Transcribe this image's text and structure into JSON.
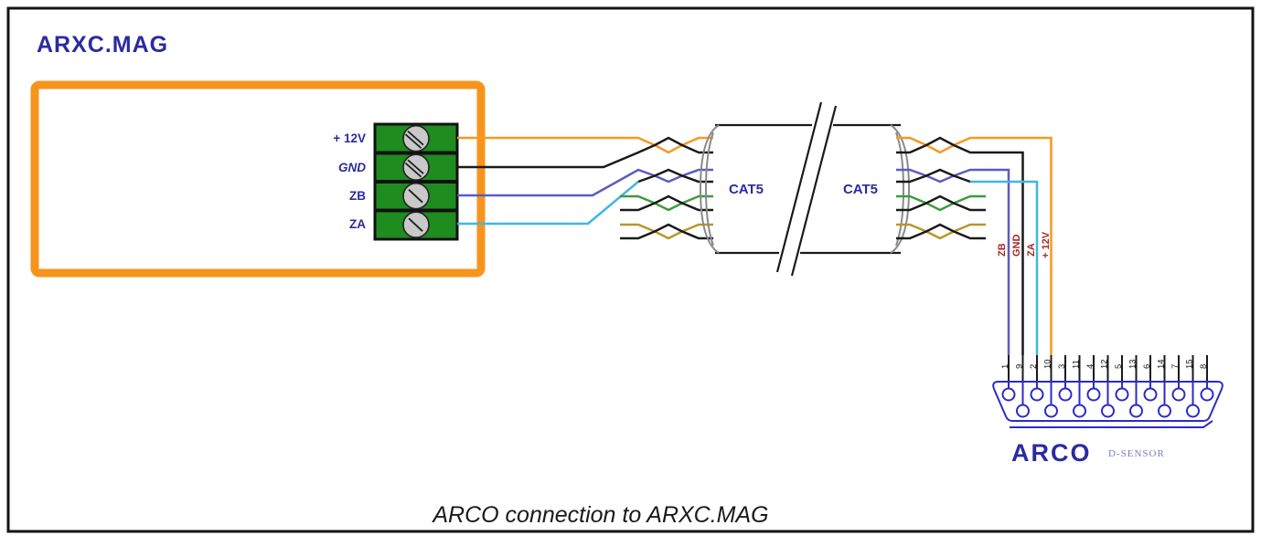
{
  "diagram_title": "ARXC.MAG",
  "caption": "ARCO connection to ARXC.MAG",
  "arxc_terminal": {
    "pins": [
      "+ 12V",
      "GND",
      "ZB",
      "ZA"
    ]
  },
  "cable": {
    "segment1_label": "CAT5",
    "segment2_label": "CAT5"
  },
  "drop_wire_labels": {
    "zb": "ZB",
    "gnd": "GND",
    "za": "ZA",
    "p12v": "+ 12V"
  },
  "connector": {
    "name": "ARCO",
    "subtitle": "D-SENSOR",
    "pin_numbers": [
      "1",
      "9",
      "2",
      "10",
      "3",
      "11",
      "4",
      "12",
      "5",
      "13",
      "6",
      "14",
      "7",
      "15",
      "8"
    ]
  },
  "colors": {
    "frame_black": "#141414",
    "box_orange": "#F7941D",
    "wire_12v": "#F49A20",
    "wire_gnd": "#1A1A1A",
    "wire_zb": "#5B5BC4",
    "wire_za": "#3FB8E0",
    "pair_green": "#3C9C3C",
    "pair_brown": "#B9962B",
    "label_navy": "#2B2BA0",
    "label_red": "#9E2B25",
    "connector_blue": "#2B2BC8",
    "connector_sub": "#7A7AC5",
    "terminal_green": "#1E8C1E",
    "screw_gray": "#C9C9C9",
    "cable_cap_gray": "#8A8A8A"
  }
}
